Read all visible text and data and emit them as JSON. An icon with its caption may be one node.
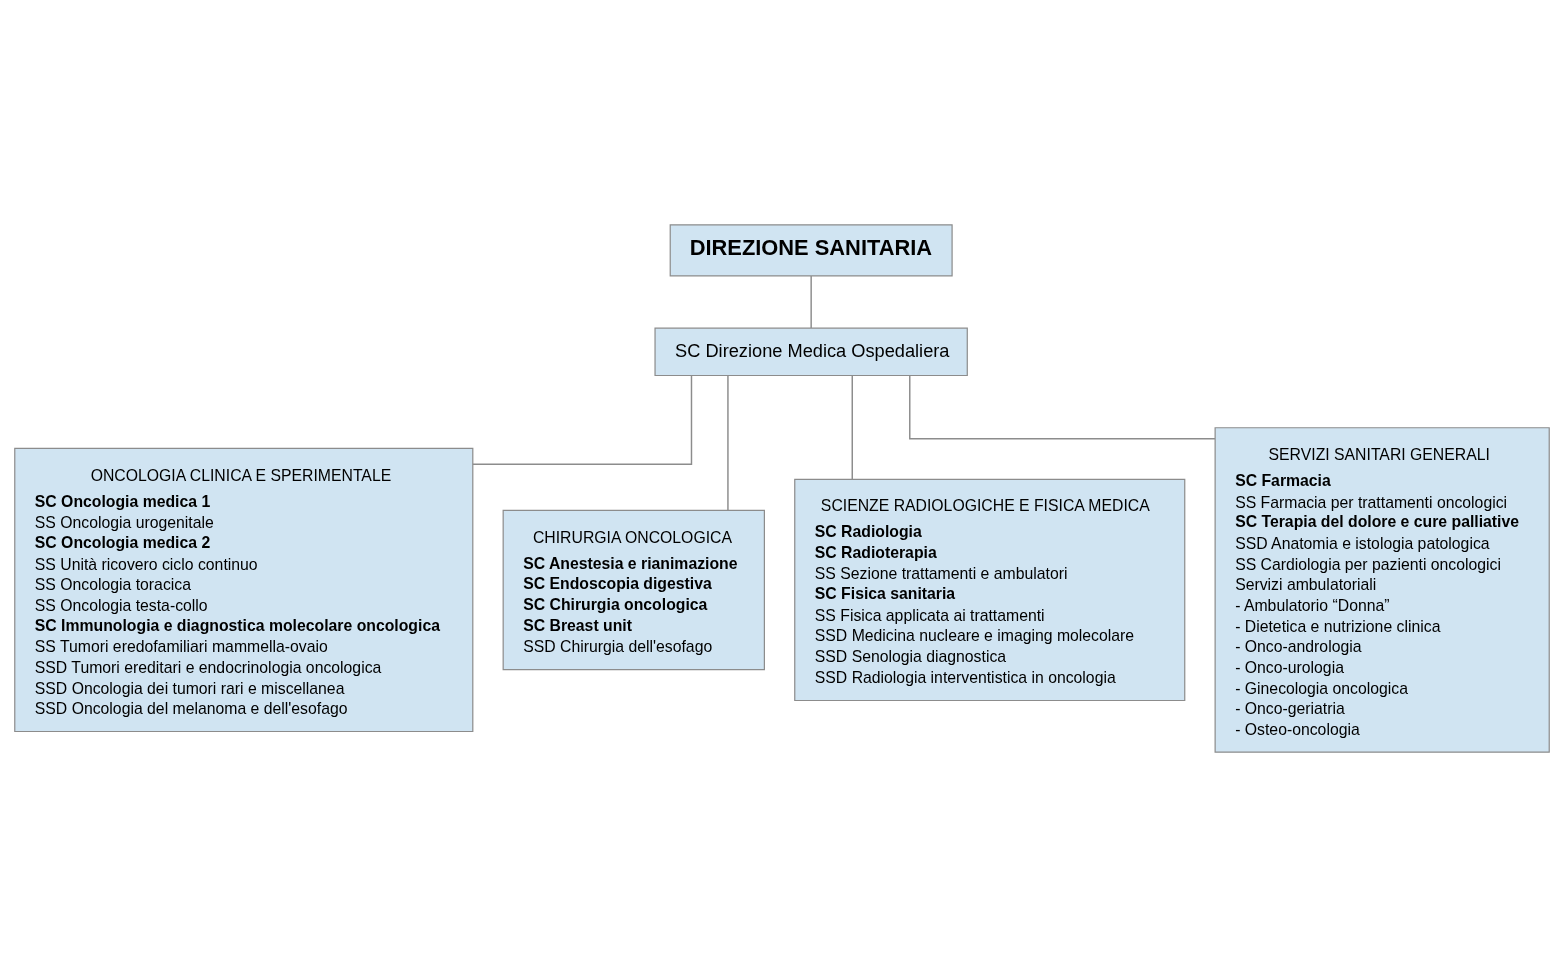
{
  "diagram": {
    "nodes": [
      {
        "text": [
          "DIREZIONE SANITARIA"
        ]
      },
      {
        "text": [
          "SC Direzione Medica Ospedaliera"
        ]
      },
      {
        "text": [
          "ONCOLOGIA CLINICA E SPERIMENTALE",
          "SC Oncologia medica 1",
          "SS Oncologia urogenitale",
          "SC Oncologia medica 2",
          "SS Unità ricovero ciclo continuo",
          "SS Oncologia toracica",
          "SS Oncologia testa-collo",
          "SC Immunologia e diagnostica molecolare oncologica",
          "SS Tumori eredofamiliari mammella-ovaio",
          "SSD Tumori ereditari e endocrinologia oncologica",
          "SSD Oncologia dei tumori rari e miscellanea",
          "SSD Oncologia del melanoma e dell'esofago"
        ]
      },
      {
        "text": [
          "CHIRURGIA ONCOLOGICA",
          "SC Anestesia e rianimazione",
          "SC Endoscopia digestiva",
          "SC Chirurgia oncologica",
          "SC Breast unit",
          "SSD Chirurgia dell'esofago"
        ]
      },
      {
        "text": [
          "SCIENZE RADIOLOGICHE E FISICA MEDICA",
          "SC Radiologia",
          "SC Radioterapia",
          "SS Sezione trattamenti e ambulatori",
          "SC Fisica sanitaria",
          "SS Fisica applicata ai trattamenti",
          "SSD Medicina nucleare e imaging molecolare",
          "SSD Senologia diagnostica",
          "SSD Radiologia interventistica in oncologia"
        ]
      },
      {
        "text": [
          "SERVIZI SANITARI GENERALI",
          "SC Farmacia",
          "SS Farmacia per trattamenti oncologici",
          "SC Terapia del dolore e cure palliative",
          "SSD Anatomia e istologia patologica",
          "SS Cardiologia per pazienti oncologici",
          "Servizi ambulatoriali",
          "- Ambulatorio “Donna”",
          "- Dietetica e nutrizione clinica",
          "- Onco-andrologia",
          "- Onco-urologia",
          "- Ginecologia oncologica",
          "- Onco-geriatria",
          "- Osteo-oncologia"
        ]
      }
    ],
    "edges": [
      {
        "from": 0,
        "to": 1,
        "arrow": "none"
      },
      {
        "from": 1,
        "to": 2,
        "arrow": "none"
      },
      {
        "from": 1,
        "to": 3,
        "arrow": "none"
      },
      {
        "from": 1,
        "to": 4,
        "arrow": "none"
      },
      {
        "from": 1,
        "to": 5,
        "arrow": "none"
      }
    ]
  }
}
